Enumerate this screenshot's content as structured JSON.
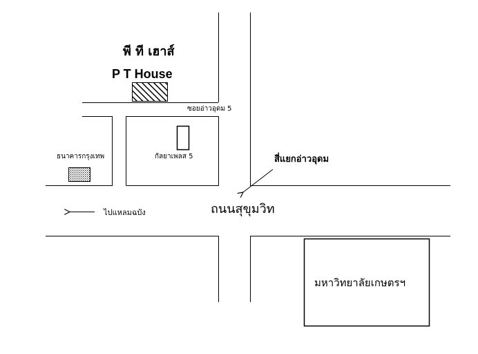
{
  "map": {
    "pt_house_thai": "พี ที เฮาส์",
    "pt_house_english": "P T House",
    "soi_label": "ซอยอ่าวอุดม 5",
    "bank_label": "ธนาคารกรุงเทพ",
    "kallaya_place_label": "กัลยาเพลส 5",
    "intersection_label": "สี่แยกอ่าวอุดม",
    "main_road_label": "ถนนสุขุมวิท",
    "direction_label": "ไปแหลมฉบัง",
    "university_label": "มหาวิทยาลัยเกษตรฯ"
  }
}
